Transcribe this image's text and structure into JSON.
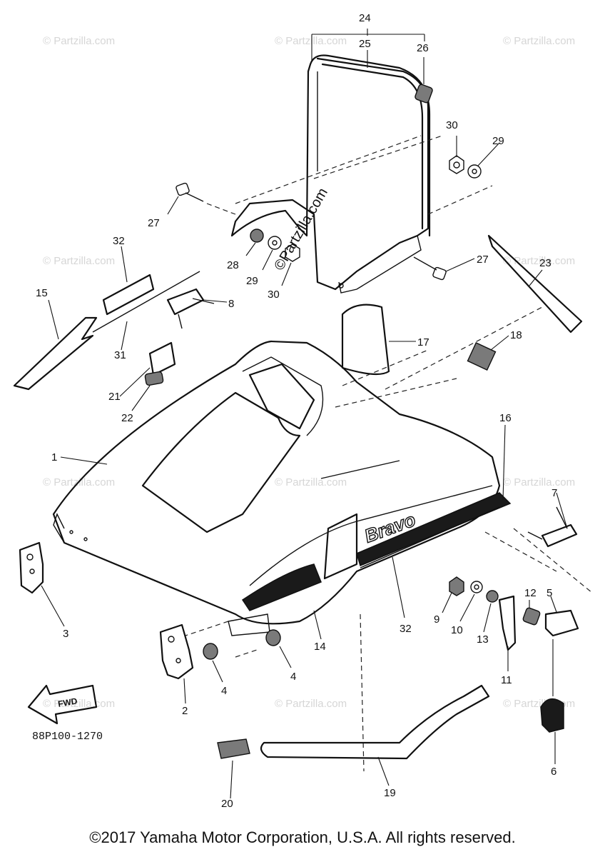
{
  "diagram": {
    "callouts": [
      "1",
      "2",
      "3",
      "4",
      "4",
      "5",
      "6",
      "7",
      "8",
      "9",
      "10",
      "11",
      "12",
      "13",
      "14",
      "15",
      "16",
      "17",
      "18",
      "19",
      "20",
      "21",
      "22",
      "23",
      "24",
      "25",
      "26",
      "27",
      "27",
      "28",
      "29",
      "29",
      "30",
      "30",
      "31",
      "32",
      "32"
    ],
    "reference_code": "88P100-1270",
    "direction_label": "FWD",
    "decal_text": "Bravo",
    "watermark": "© Partzilla.com",
    "center_watermark": "©Partzilla.com",
    "icons": [
      "copyright-icon",
      "fwd-arrow-icon"
    ]
  },
  "footer": {
    "copyright": "©2017 Yamaha Motor Corporation, U.S.A. All rights reserved."
  }
}
